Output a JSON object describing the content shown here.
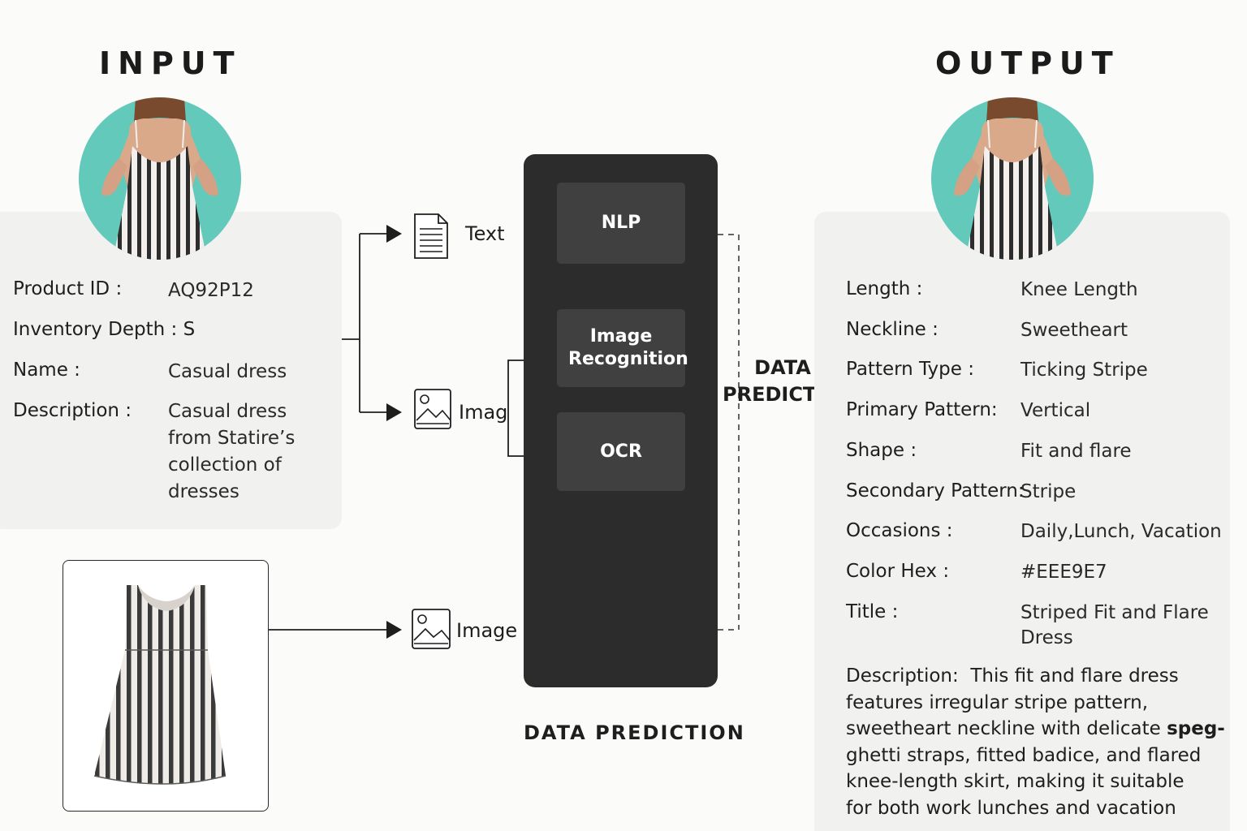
{
  "input": {
    "heading": "INPUT",
    "fields": [
      {
        "label": "Product ID :",
        "value": "AQ92P12"
      },
      {
        "label": "Inventory Depth : S",
        "value": ""
      },
      {
        "label": "Name :",
        "value": "Casual dress"
      },
      {
        "label": "Description :",
        "value": "Casual dress from Statire’s collection of dresses"
      }
    ]
  },
  "flow": {
    "text_label": "Text",
    "image_label_1": "Imag",
    "image_label_2": "Image"
  },
  "model": {
    "chips": [
      "NLP",
      "Image Recognition",
      "OCR"
    ],
    "side_label_line1": "DATA",
    "side_label_line2": "PREDICTION",
    "caption": "DATA PREDICTION"
  },
  "output": {
    "heading": "OUTPUT",
    "fields": [
      {
        "label": "Length :",
        "value": "Knee Length"
      },
      {
        "label": "Neckline :",
        "value": "Sweetheart"
      },
      {
        "label": "Pattern Type :",
        "value": "Ticking Stripe"
      },
      {
        "label": "Primary Pattern:",
        "value": "Vertical"
      },
      {
        "label": "Shape :",
        "value": "Fit and flare"
      },
      {
        "label": "Secondary Pattern:",
        "value": "Stripe"
      },
      {
        "label": "Occasions :",
        "value": "Daily,Lunch, Vacation"
      },
      {
        "label": "Color Hex :",
        "value": "#EEE9E7"
      },
      {
        "label": "Title :",
        "value": "Striped Fit and Flare Dress"
      }
    ],
    "description_label": "Description:",
    "description_lines": [
      "This fit and flare dress",
      "features irregular stripe pattern,",
      "sweetheart neckline with delicate ",
      "speg-",
      "ghetti straps, fitted badice, and flared",
      "knee-length skirt, making it suitable",
      "for both work lunches and vacation"
    ]
  },
  "colors": {
    "teal": "#62c9bb",
    "dark_panel": "#2c2c2c",
    "chip": "#404040",
    "card": "#f1f1ef"
  }
}
